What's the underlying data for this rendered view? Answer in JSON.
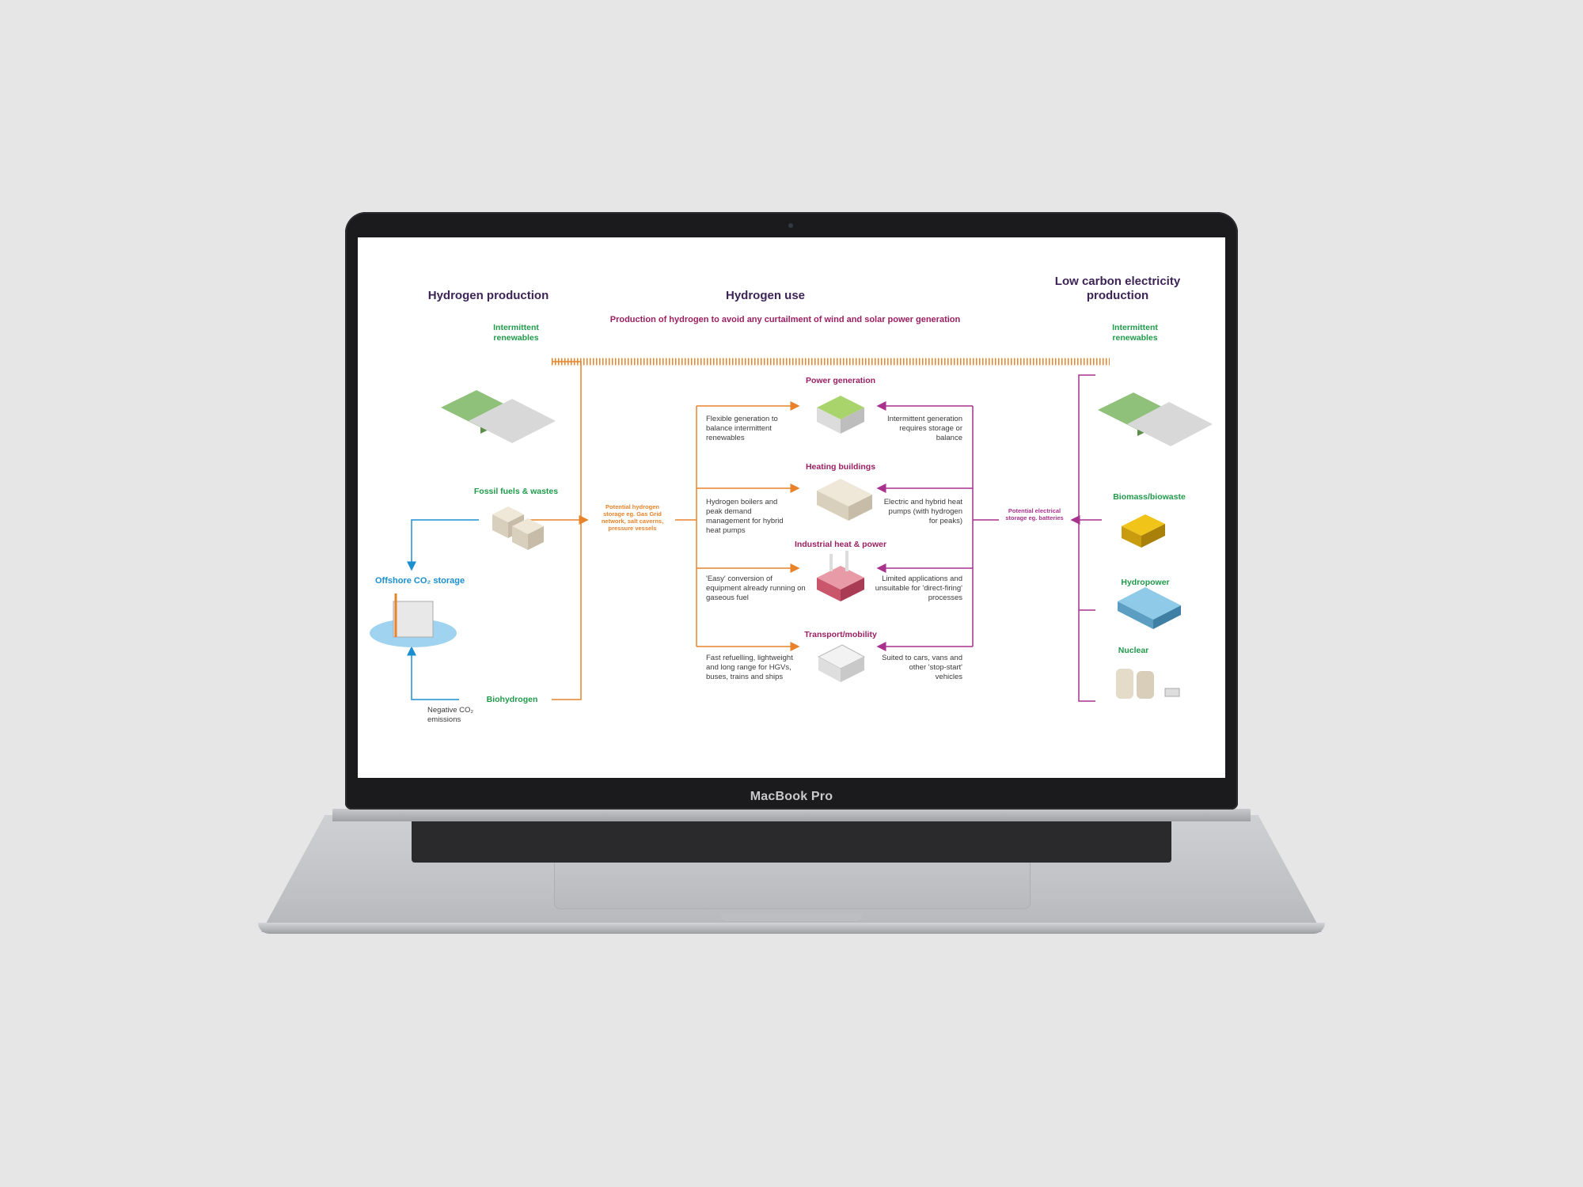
{
  "device": {
    "brand_label": "MacBook Pro"
  },
  "diagram": {
    "headers": {
      "production": "Hydrogen production",
      "use": "Hydrogen use",
      "electricity": "Low carbon electricity production"
    },
    "banner": "Production of hydrogen to avoid any curtailment of wind and solar power generation",
    "left": {
      "intermittent": "Intermittent renewables",
      "fossil": "Fossil fuels & wastes",
      "offshore": "Offshore CO₂ storage",
      "biohydrogen": "Biohydrogen",
      "negative": "Negative CO₂ emissions"
    },
    "storage_hydrogen": "Potential hydrogen storage eg. Gas Grid network, salt caverns, pressure vessels",
    "storage_electric": "Potential electrical storage eg. batteries",
    "uses": [
      {
        "title": "Power generation",
        "left": "Flexible generation to balance intermittent renewables",
        "right": "Intermittent generation requires storage or balance"
      },
      {
        "title": "Heating buildings",
        "left": "Hydrogen boilers and peak demand management for hybrid heat pumps",
        "right": "Electric and hybrid heat pumps (with hydrogen for peaks)"
      },
      {
        "title": "Industrial heat & power",
        "left": "'Easy' conversion of equipment already running on gaseous fuel",
        "right": "Limited applications and unsuitable for 'direct-firing' processes"
      },
      {
        "title": "Transport/mobility",
        "left": "Fast refuelling, lightweight and long range for HGVs, buses, trains and ships",
        "right": "Suited to cars, vans and other 'stop-start' vehicles"
      }
    ],
    "right": {
      "intermittent": "Intermittent renewables",
      "biomass": "Biomass/biowaste",
      "hydropower": "Hydropower",
      "nuclear": "Nuclear"
    },
    "colors": {
      "orange": "#e8832a",
      "purple": "#a8328e",
      "blue": "#1b8fd0",
      "green": "#1f9a4a",
      "heading": "#3d2456"
    }
  }
}
